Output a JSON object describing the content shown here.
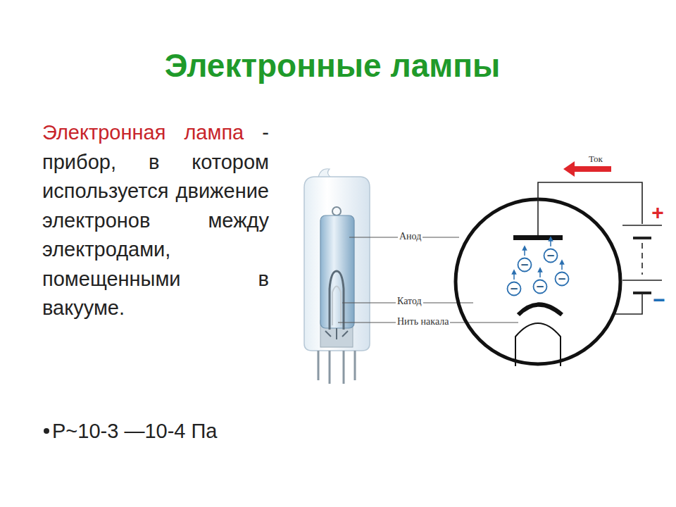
{
  "diagram": {
    "title": "Электронные лампы",
    "nodes": [
      {
        "text": [
          "−"
        ]
      },
      {
        "text": [
          "−"
        ]
      },
      {
        "text": [
          "−"
        ]
      },
      {
        "text": [
          "−"
        ]
      },
      {
        "text": [
          "−"
        ]
      }
    ],
    "labels": [
      "Электронная лампа",
      "- прибор, в котором используется движение электронов между электродами, помещенными в вакууме.",
      "P~10-3 —10-4 Па",
      "Ток",
      "Анод",
      "Катод",
      "Нить накала",
      "+",
      "−"
    ]
  }
}
